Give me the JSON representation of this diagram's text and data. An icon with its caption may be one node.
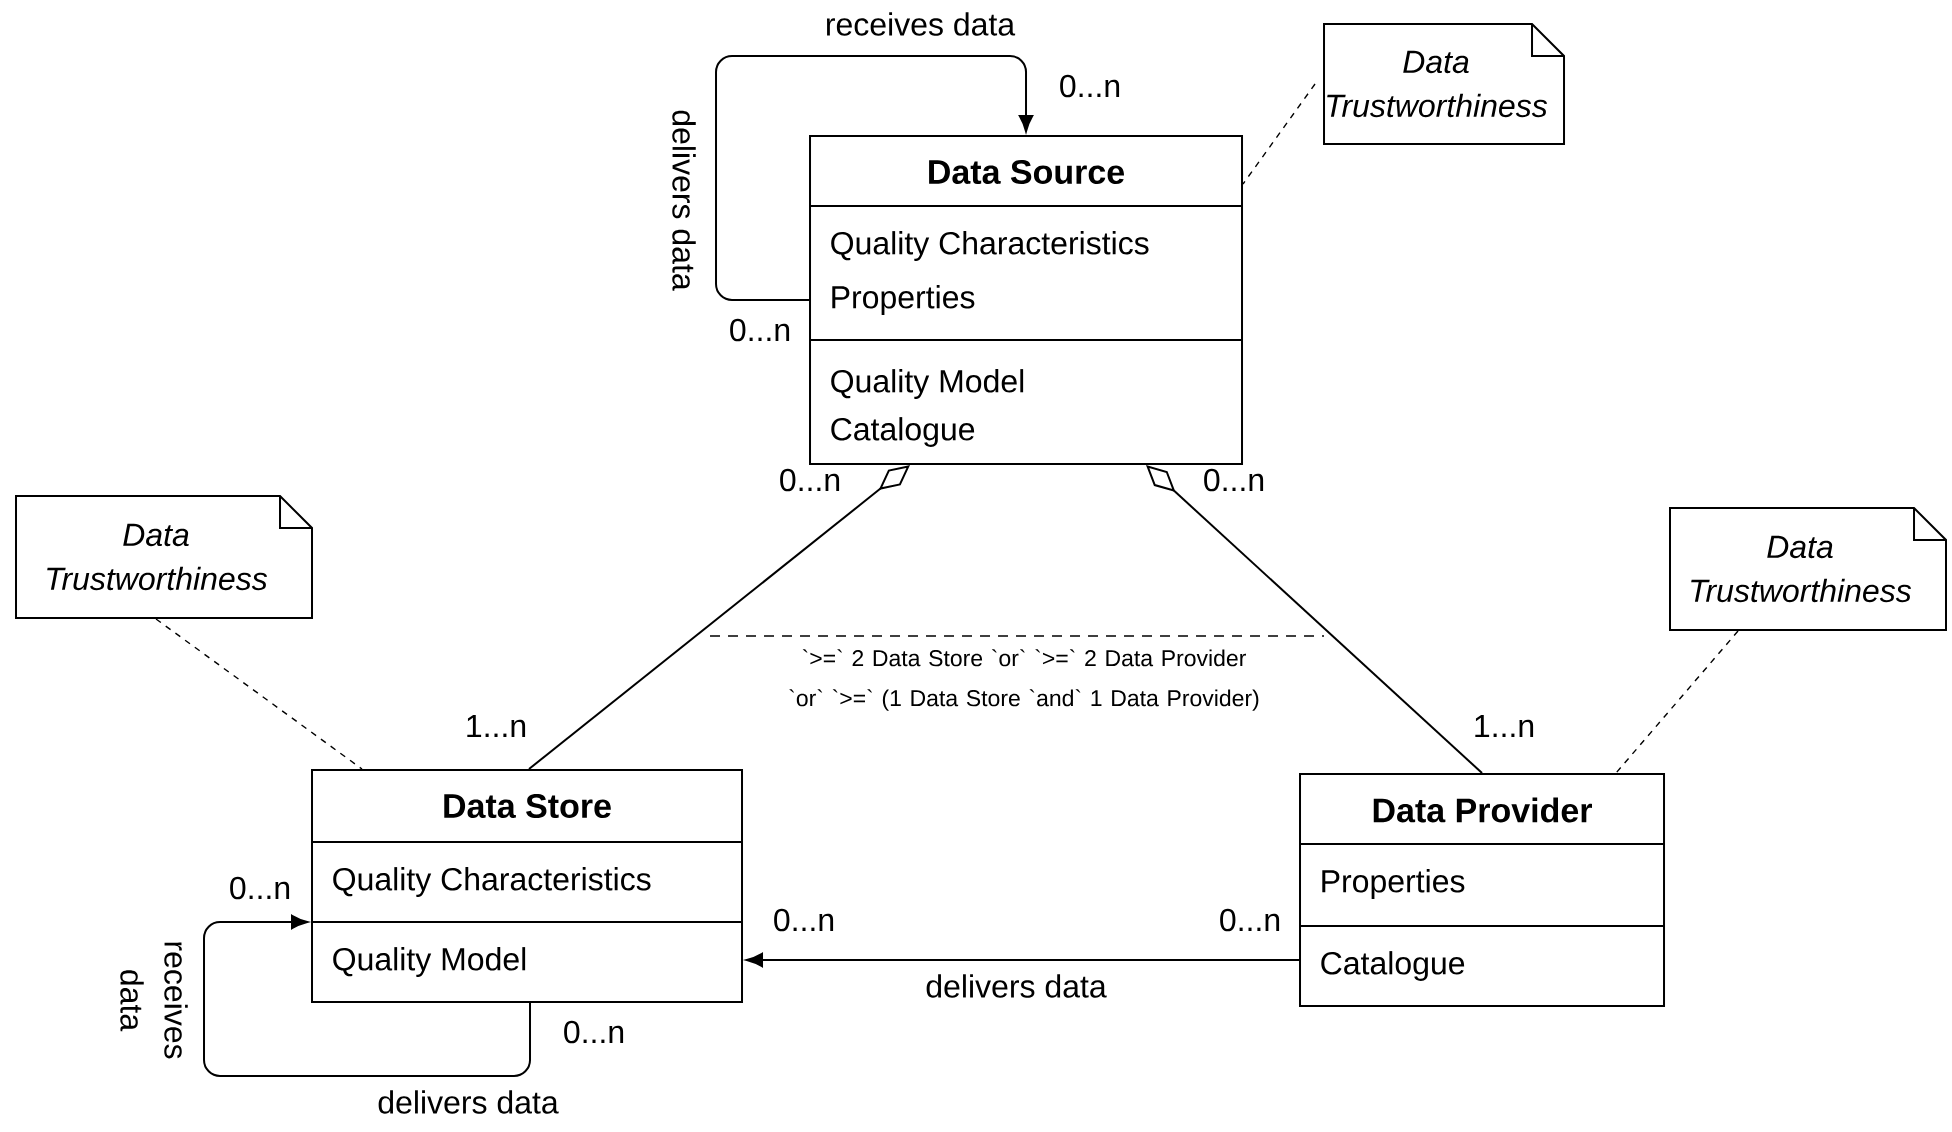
{
  "diagram": {
    "nodes": [
      {
        "text": [
          "Data Source",
          "Quality Characteristics",
          "Properties",
          "Quality Model",
          "Catalogue"
        ]
      },
      {
        "text": [
          "Data Trustworthiness"
        ]
      },
      {
        "text": [
          "Data Trustworthiness"
        ]
      },
      {
        "text": [
          "Data Store",
          "Quality Characteristics",
          "Quality Model"
        ]
      },
      {
        "text": [
          "Data Trustworthiness"
        ]
      },
      {
        "text": [
          "Data Provider",
          "Properties",
          "Catalogue"
        ]
      }
    ],
    "edges": [
      {
        "from": 0,
        "to": 0,
        "arrow": "to",
        "label": "receives data"
      },
      {
        "from": 1,
        "to": 0,
        "arrow": "none",
        "style": "dashed"
      },
      {
        "from": 0,
        "to": 3,
        "arrow": "other"
      },
      {
        "from": 0,
        "to": 5,
        "arrow": "other"
      },
      {
        "from": 2,
        "to": 3,
        "arrow": "none",
        "style": "dashed"
      },
      {
        "from": 4,
        "to": 5,
        "arrow": "none",
        "style": "dashed"
      },
      {
        "from": 5,
        "to": 3,
        "arrow": "to",
        "label": "delivers data"
      },
      {
        "from": 3,
        "to": 3,
        "arrow": "to",
        "label": "delivers data"
      }
    ],
    "labels": [
      "0...n",
      "delivers data",
      "0...n",
      "0...n",
      "0...n",
      "`>=` 2 Data Store `or` `>=` 2 Data Provider `or` `>=` (1 Data Store `and` 1 Data Provider)",
      "1...n",
      "1...n",
      "0...n",
      "receives data",
      "0...n",
      "0...n",
      "0...n"
    ]
  }
}
